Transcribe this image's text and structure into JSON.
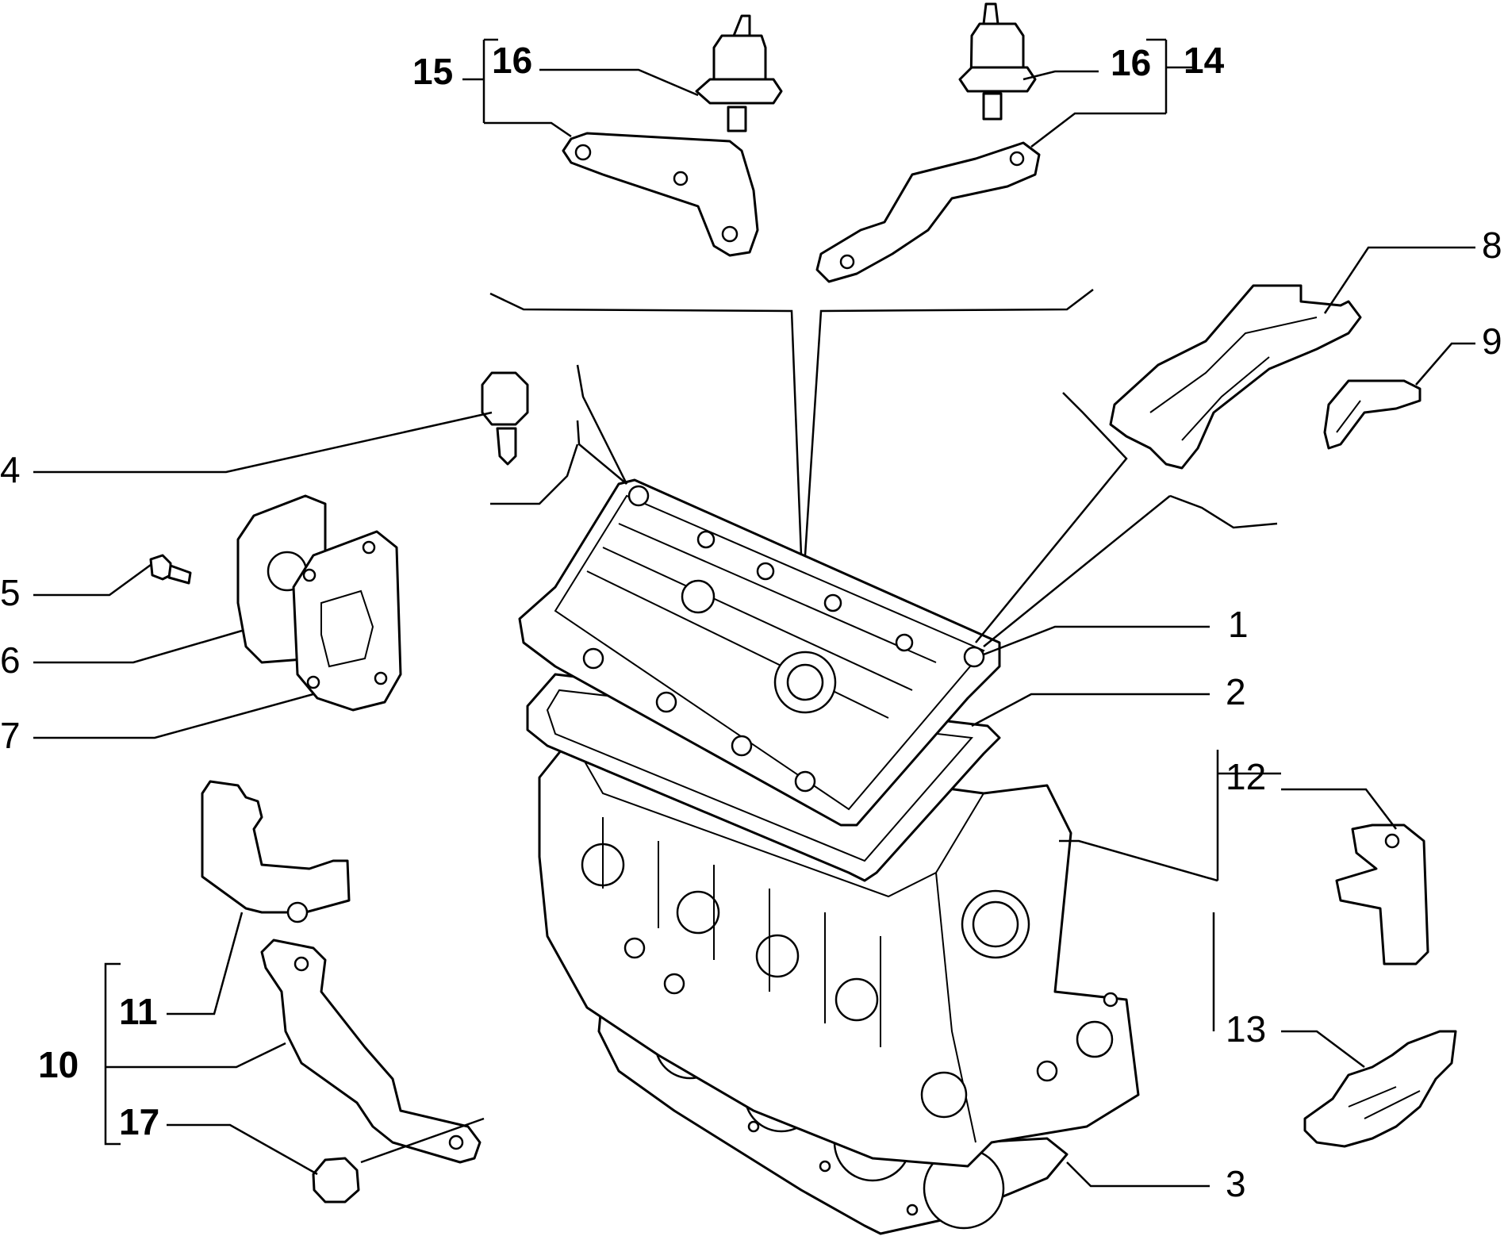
{
  "diagram": {
    "callouts": {
      "c1": "1",
      "c2": "2",
      "c3": "3",
      "c4": "4",
      "c5": "5",
      "c6": "6",
      "c7": "7",
      "c8": "8",
      "c9": "9",
      "c10": "10",
      "c11": "11",
      "c12": "12",
      "c13": "13",
      "c14": "14",
      "c15": "15",
      "c16a": "16",
      "c16b": "16",
      "c17": "17"
    }
  }
}
